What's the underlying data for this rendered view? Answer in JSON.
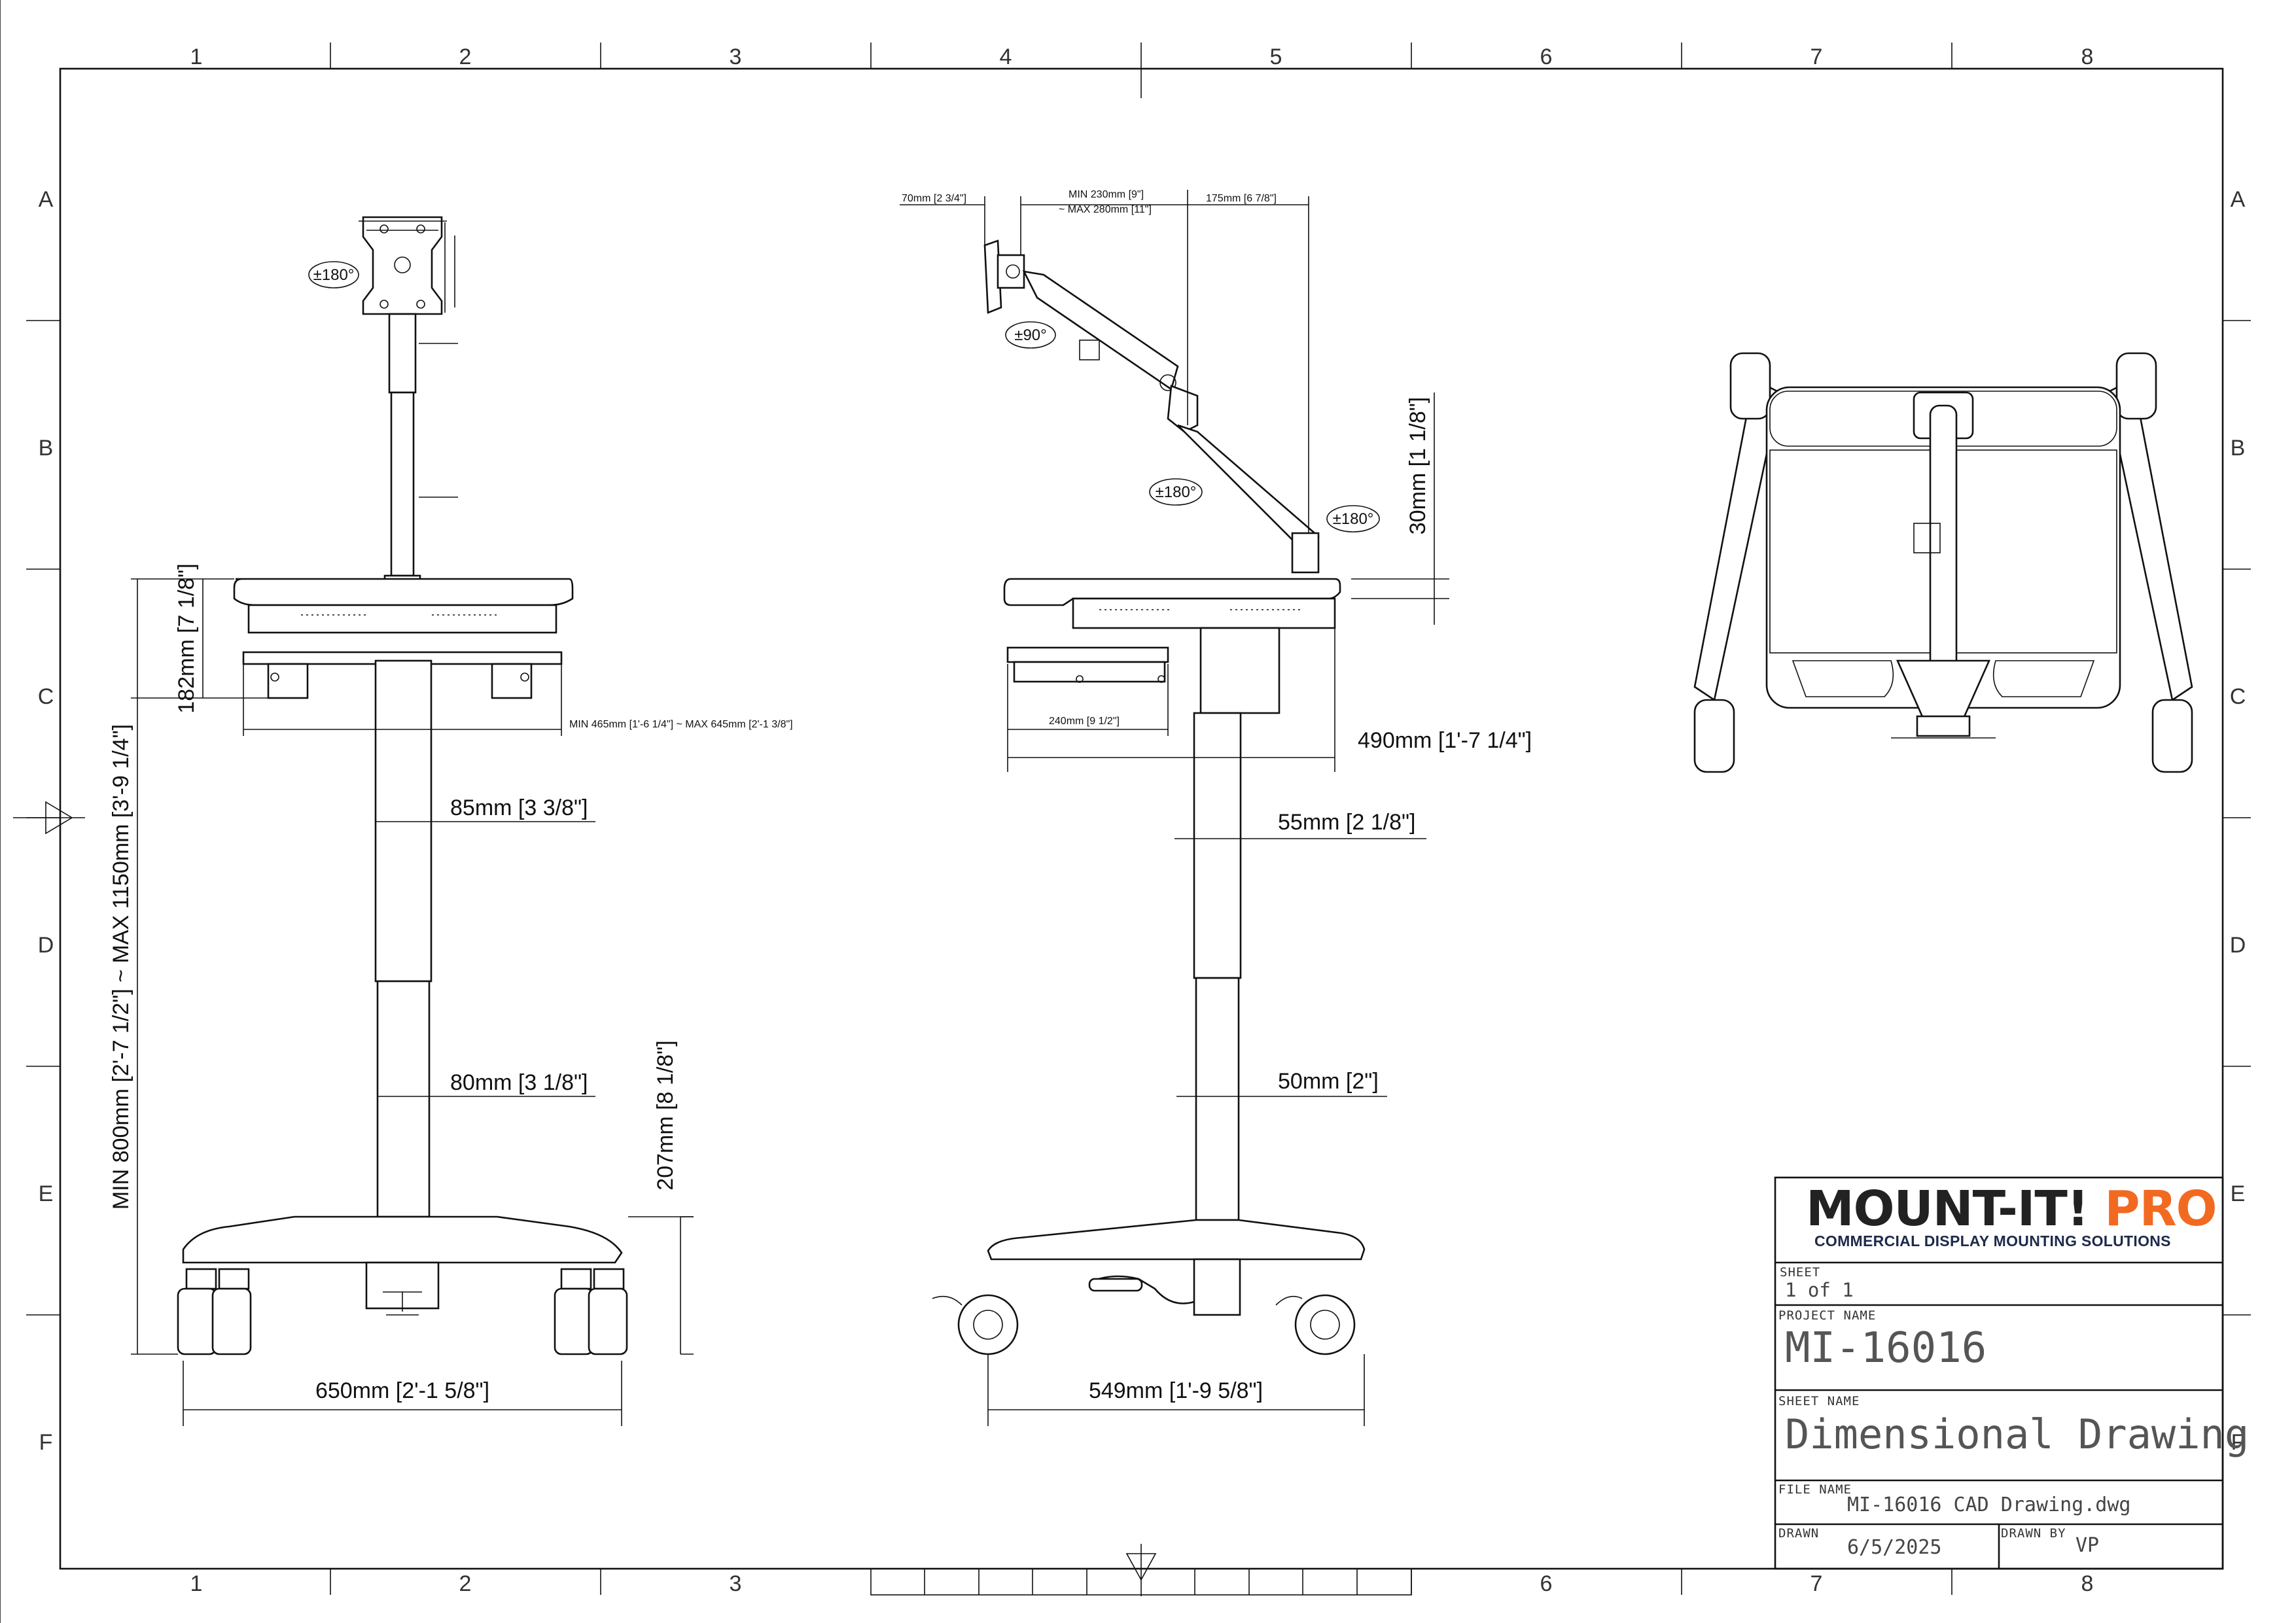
{
  "grid": {
    "columns": [
      "1",
      "2",
      "3",
      "4",
      "5",
      "6",
      "7",
      "8"
    ],
    "rows": [
      "A",
      "B",
      "C",
      "D",
      "E",
      "F"
    ]
  },
  "front_view": {
    "rotation": "±180°",
    "dims": {
      "table_height": "182mm [7 1/8\"]",
      "total_height": "MIN 800mm [2'-7 1/2\"] ~ MAX 1150mm [3'-9 1/4\"]",
      "tray_width": "MIN 465mm [1'-6 1/4\"] ~ MAX 645mm [2'-1 3/8\"]",
      "upper_pole": "85mm [3 3/8\"]",
      "lower_pole": "80mm [3 1/8\"]",
      "base_height": "207mm [8 1/8\"]",
      "base_width": "650mm [2'-1 5/8\"]"
    }
  },
  "side_view": {
    "rotations": [
      "±90°",
      "±180°",
      "±180°"
    ],
    "dims": {
      "plate_offset": "70mm [2 3/4\"]",
      "arm_reach_min": "MIN 230mm [9\"]",
      "arm_reach_max": "~ MAX 280mm [11\"]",
      "arm_segment": "175mm [6 7/8\"]",
      "clamp_thickness": "30mm [1 1/8\"]",
      "drawer_depth": "240mm [9 1/2\"]",
      "table_depth": "490mm [1'-7 1/4\"]",
      "upper_pole": "55mm [2 1/8\"]",
      "lower_pole": "50mm [2\"]",
      "base_depth": "549mm [1'-9 5/8\"]"
    }
  },
  "title_block": {
    "brand": "MOUNT-IT!",
    "brand_accent": "PRO",
    "tagline": "COMMERCIAL DISPLAY MOUNTING SOLUTIONS",
    "sheet_label": "SHEET",
    "sheet_value": "1 of 1",
    "project_label": "PROJECT NAME",
    "project_value": "MI-16016",
    "sheet_name_label": "SHEET NAME",
    "sheet_name_value": "Dimensional Drawing",
    "file_label": "FILE NAME",
    "file_value": "MI-16016 CAD Drawing.dwg",
    "drawn_label": "DRAWN",
    "drawn_value": "6/5/2025",
    "drawn_by_label": "DRAWN BY",
    "drawn_by_value": "VP"
  },
  "colors": {
    "line": "#111111",
    "accent": "#f26a21",
    "tagline": "#1e2a4a"
  }
}
